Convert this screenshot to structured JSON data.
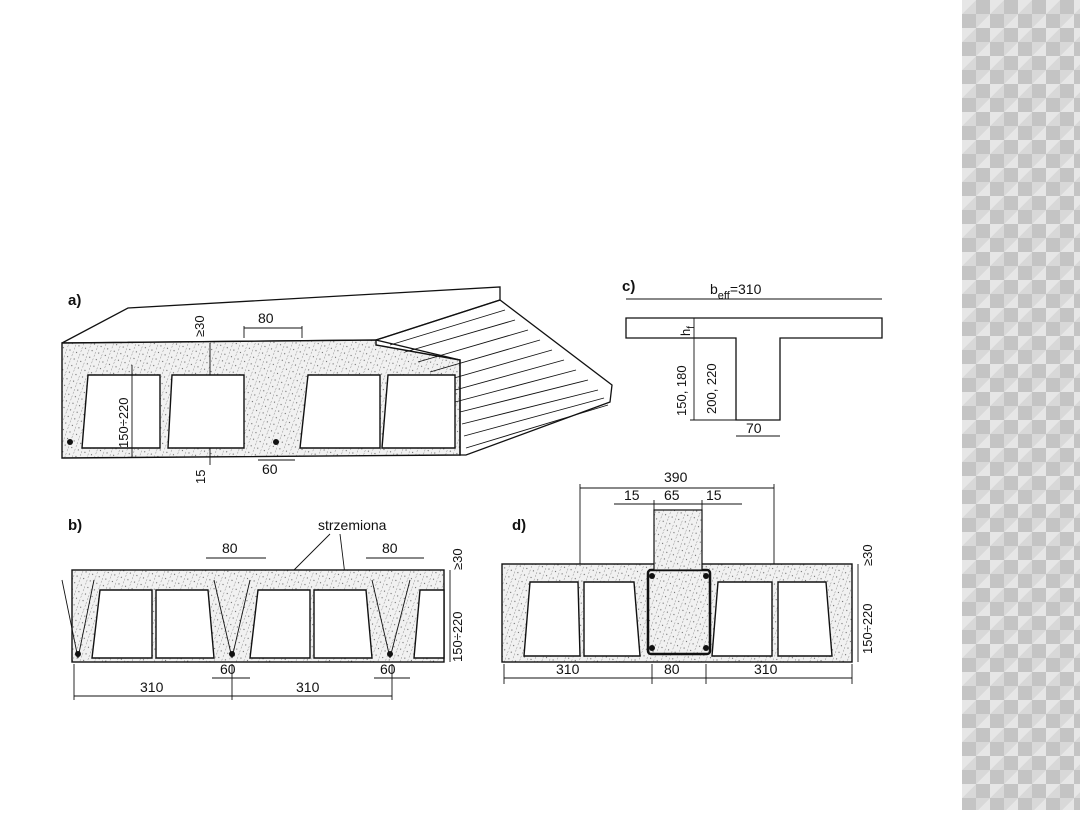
{
  "figure": {
    "panels": [
      {
        "label": "a)",
        "dims": {
          "top_cover": "≥30",
          "rib_width": "80",
          "height": "150÷220",
          "bottom": "15",
          "rib_bottom": "60"
        }
      },
      {
        "label": "b)",
        "dims": {
          "rib_left": "80",
          "rib_right": "80",
          "top_cover": "≥30",
          "height": "150÷220",
          "rib_bottom_left": "60",
          "rib_bottom_right": "60",
          "span_left": "310",
          "span_right": "310"
        },
        "note": "strzemiona"
      },
      {
        "label": "c)",
        "dims": {
          "b_eff_prefix": "b",
          "b_eff_sub": "eff",
          "b_eff_value": "=310",
          "hf": "h",
          "hf_sub": "f",
          "h1": "150, 180",
          "h2": "200, 220",
          "web": "70"
        }
      },
      {
        "label": "d)",
        "dims": {
          "overall": "390",
          "s1": "15",
          "s2": "65",
          "s3": "15",
          "top_cover": "≥30",
          "height": "150÷220",
          "left": "310",
          "mid": "80",
          "right": "310"
        }
      }
    ]
  },
  "colors": {
    "line": "#111111",
    "panel_base": "#d8d8d8",
    "panel_pattern": "#c4c4c4"
  }
}
